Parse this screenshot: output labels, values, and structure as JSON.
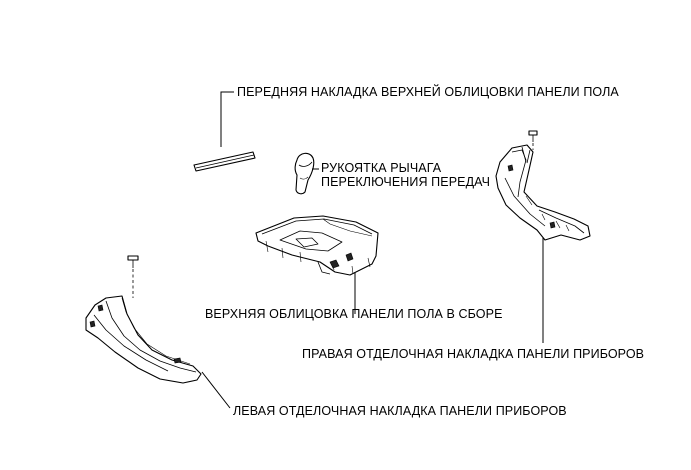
{
  "labels": {
    "front_trim": "ПЕРЕДНЯЯ НАКЛАДКА ВЕРХНЕЙ ОБЛИЦОВКИ ПАНЕЛИ ПОЛА",
    "shift_knob_line1": "РУКОЯТКА РЫЧАГА",
    "shift_knob_line2": "ПЕРЕКЛЮЧЕНИЯ ПЕРЕДАЧ",
    "upper_console": "ВЕРХНЯЯ ОБЛИЦОВКА ПАНЕЛИ ПОЛА В СБОРЕ",
    "right_panel": "ПРАВАЯ ОТДЕЛОЧНАЯ НАКЛАДКА ПАНЕЛИ ПРИБОРОВ",
    "left_panel": "ЛЕВАЯ ОТДЕЛОЧНАЯ НАКЛАДКА ПАНЕЛИ ПРИБОРОВ"
  }
}
